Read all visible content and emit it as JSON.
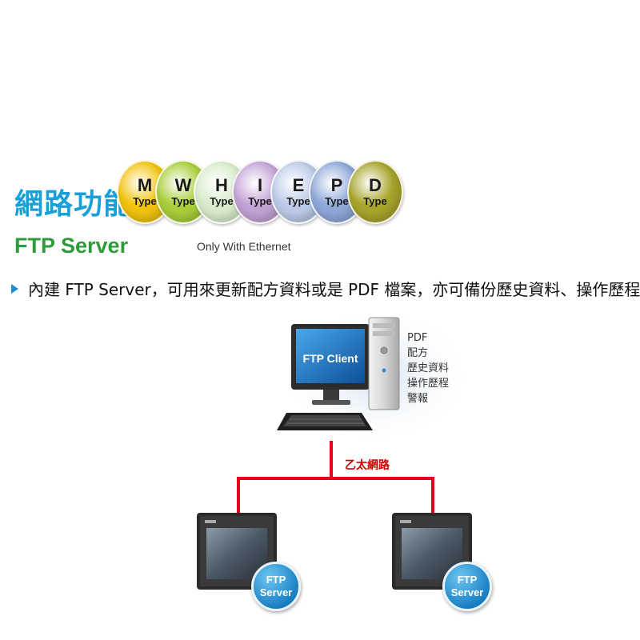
{
  "header": {
    "title": "網路功能",
    "subtitle": "FTP Server",
    "note": "Only With Ethernet"
  },
  "badges": [
    {
      "letter": "M",
      "type": "Type",
      "color": "#f2c40f"
    },
    {
      "letter": "W",
      "type": "Type",
      "color": "#a9cf3b"
    },
    {
      "letter": "H",
      "type": "Type",
      "color": "#d8eccb"
    },
    {
      "letter": "I",
      "type": "Type",
      "color": "#c3a3d6"
    },
    {
      "letter": "E",
      "type": "Type",
      "color": "#bccbe8"
    },
    {
      "letter": "P",
      "type": "Type",
      "color": "#8fa8d8"
    },
    {
      "letter": "D",
      "type": "Type",
      "color": "#a8a52c"
    }
  ],
  "bullet": "內建 FTP Server，可用來更新配方資料或是 PDF 檔案，亦可備份歷史資料、操作歷程",
  "diagram": {
    "client_label": "FTP Client",
    "files": [
      "PDF",
      "配方",
      "歷史資料",
      "操作歷程",
      "警報"
    ],
    "network_label": "乙太網路",
    "server_label_line1": "FTP",
    "server_label_line2": "Server",
    "line_color": "#e8001c",
    "accent_blue": "#1a7fc4"
  }
}
